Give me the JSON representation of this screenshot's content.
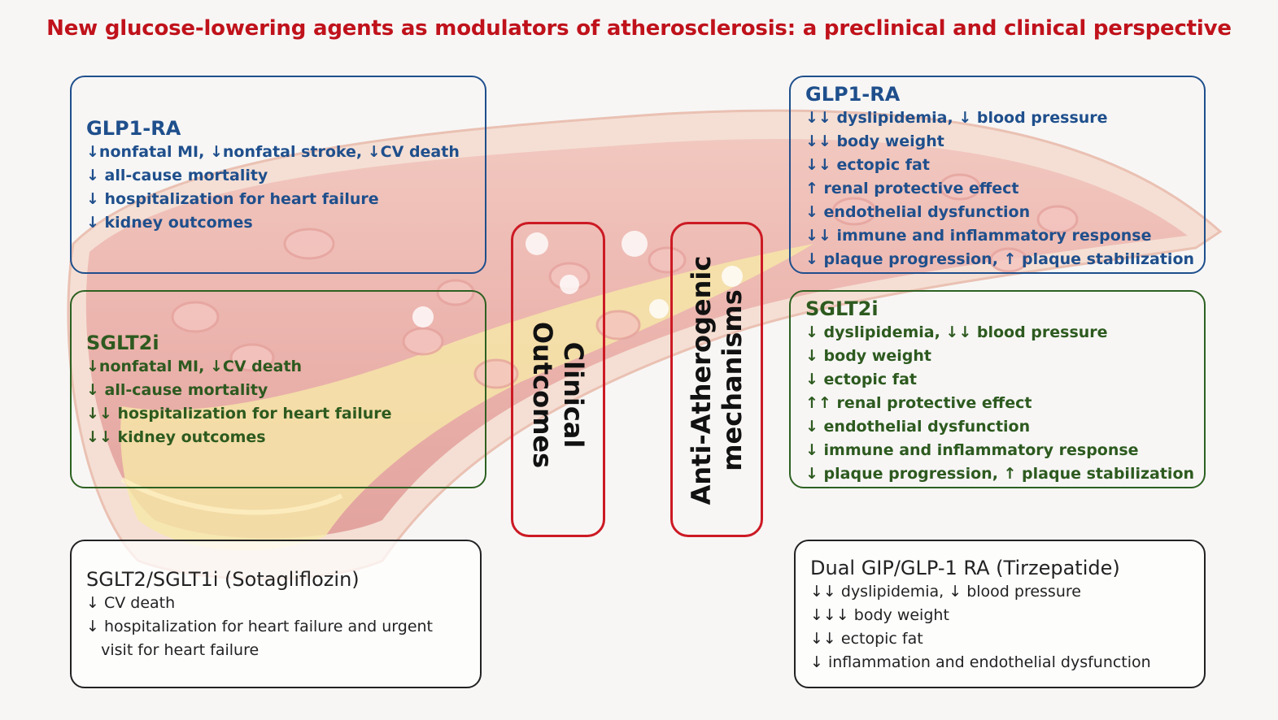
{
  "title": "New glucose-lowering  agents as modulators  of atherosclerosis:  a preclinical  and clinical  perspective",
  "clinical_glp1": {
    "heading": "GLP1-RA",
    "lines": [
      "↓nonfatal MI, ↓nonfatal stroke, ↓CV death",
      "↓ all-cause mortality",
      "↓ hospitalization  for heart failure",
      "↓ kidney outcomes"
    ]
  },
  "clinical_sglt2": {
    "heading": "SGLT2i",
    "lines": [
      "↓nonfatal MI, ↓CV death",
      "↓ all-cause mortality",
      "↓↓ hospitalization  for heart failure",
      "↓↓ kidney outcomes"
    ]
  },
  "clinical_sotagliflozin": {
    "heading": "SGLT2/SGLT1i (Sotagliflozin)",
    "lines": [
      "↓ CV death",
      "↓ hospitalization  for heart failure and urgent",
      "   visit for heart failure"
    ]
  },
  "mech_glp1": {
    "heading": "GLP1-RA",
    "lines": [
      "↓↓ dyslipidemia, ↓ blood pressure",
      "↓↓ body weight",
      "↓↓ ectopic fat",
      "↑ renal protective effect",
      "↓ endothelial dysfunction",
      "↓↓ immune and inflammatory response",
      "↓ plaque progression, ↑ plaque stabilization"
    ]
  },
  "mech_sglt2": {
    "heading": "SGLT2i",
    "lines": [
      "↓ dyslipidemia,  ↓↓ blood pressure",
      "↓ body weight",
      "↓ ectopic fat",
      "↑↑ renal protective effect",
      "↓ endothelial dysfunction",
      "↓ immune and inflammatory response",
      "↓ plaque progression, ↑ plaque stabilization"
    ]
  },
  "mech_tirzepatide": {
    "heading": "Dual GIP/GLP-1 RA (Tirzepatide)",
    "lines": [
      "↓↓ dyslipidemia,  ↓ blood pressure",
      "↓↓↓ body weight",
      "↓↓ ectopic fat",
      "↓ inflammation  and endothelial dysfunction"
    ]
  },
  "center_labels": {
    "clinical_line1": "Clinical",
    "clinical_line2": "Outcomes",
    "mech_line1": "Anti-Atherogenic",
    "mech_line2": "mechanisms"
  },
  "colors": {
    "title": "#c0121b",
    "glp1": "#1f4f8c",
    "sglt2": "#2d5a1f",
    "neutral": "#222222",
    "pill_border": "#cc1a24",
    "vessel_wall": "#f3d6c8",
    "vessel_lumen": "#eaa9a4",
    "plaque": "#f6e9a8"
  }
}
